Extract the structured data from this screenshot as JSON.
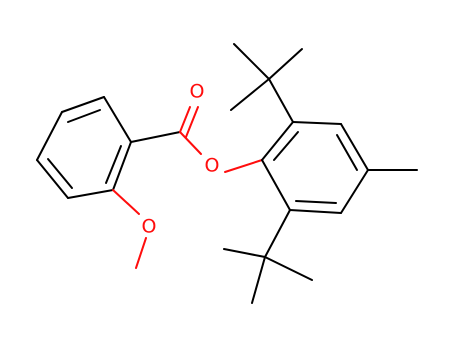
{
  "molecule": {
    "atom_labels": {
      "carbonyl_oxygen": "O",
      "ester_oxygen": "O",
      "methoxy_oxygen": "O"
    },
    "colors": {
      "bond": "#000000",
      "oxygen": "#ff0d0d"
    }
  }
}
